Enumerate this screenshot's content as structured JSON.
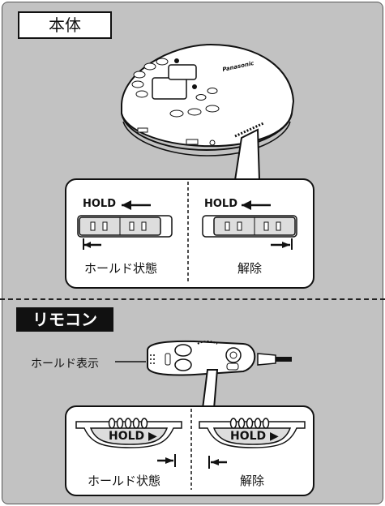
{
  "main_unit": {
    "title": "本体",
    "brand": "Panasonic",
    "left": {
      "switch_label": "HOLD",
      "caption": "ホールド状態"
    },
    "right": {
      "switch_label": "HOLD",
      "caption": "解除"
    }
  },
  "remote": {
    "title": "リモコン",
    "indicator_label": "ホールド表示",
    "left": {
      "switch_label": "HOLD ▶",
      "caption": "ホールド状態"
    },
    "right": {
      "switch_label": "HOLD ▶",
      "caption": "解除"
    }
  }
}
